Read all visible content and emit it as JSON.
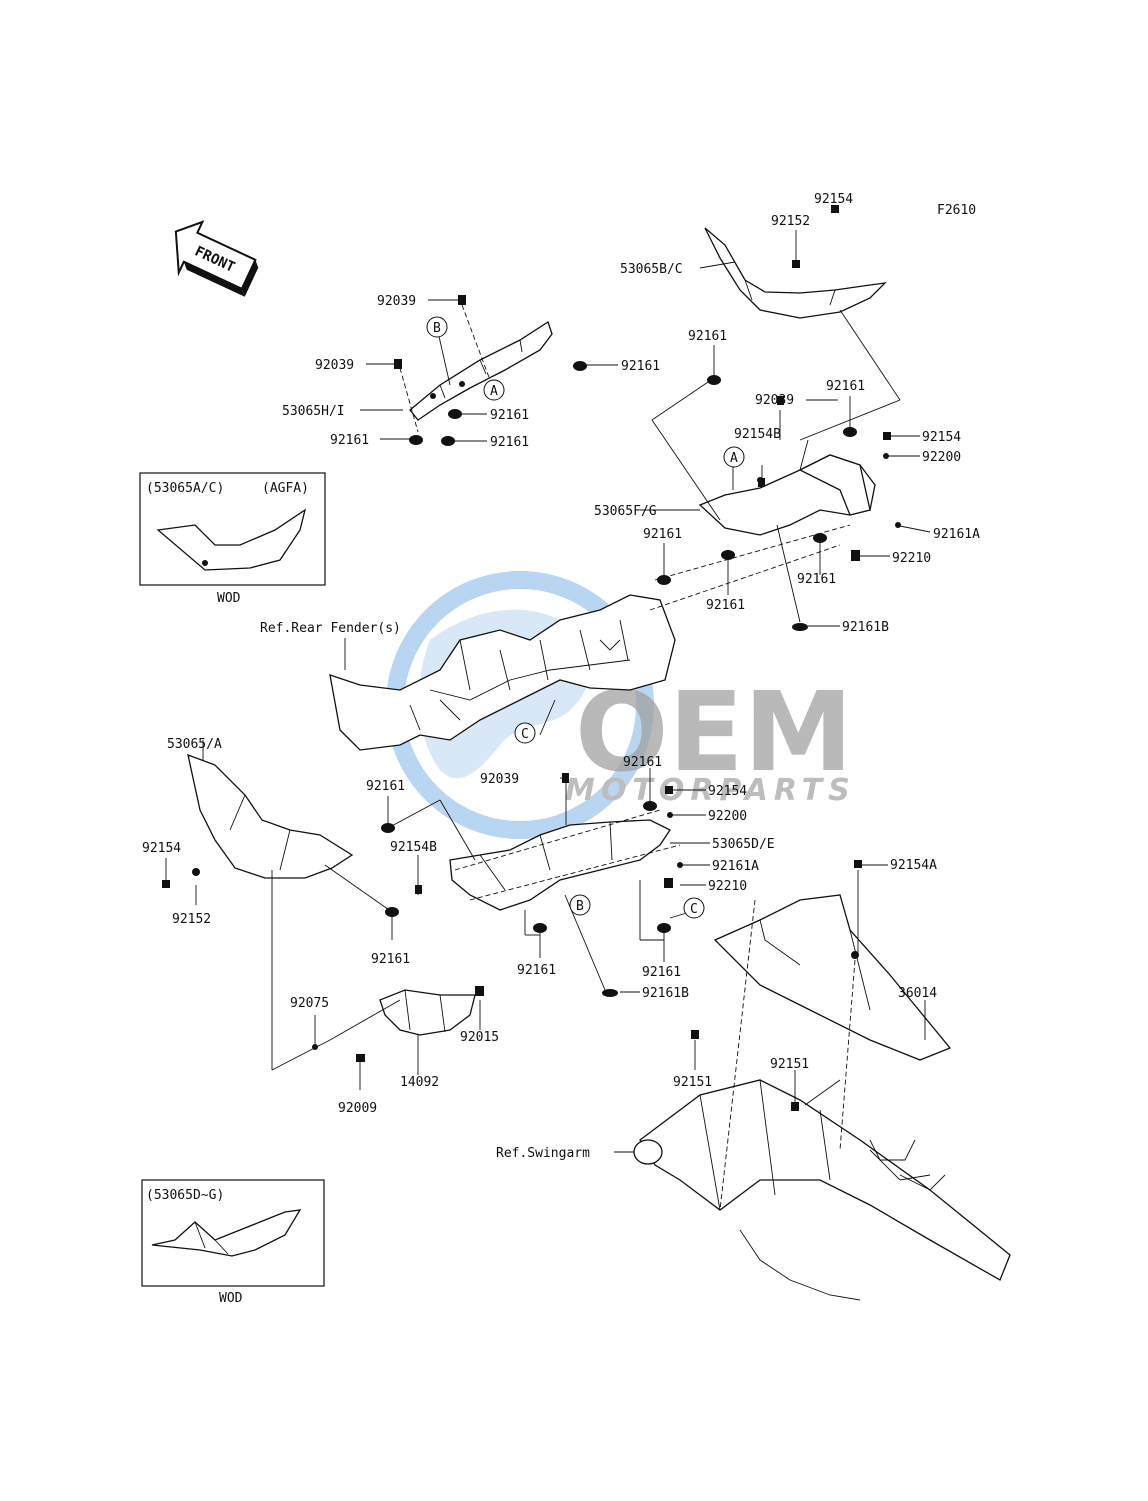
{
  "diagram_code": "F2610",
  "front_arrow": "FRONT",
  "inset_agfa": {
    "title_left": "(53065A/C)",
    "title_right": "(AGFA)",
    "caption": "WOD"
  },
  "inset_wod": {
    "title": "(53065D~G)",
    "caption": "WOD"
  },
  "watermark": {
    "brand_main": "OEM",
    "brand_sub": "MOTORPARTS",
    "primary_color": "#4a90d9",
    "secondary_color": "#777777"
  },
  "refs": {
    "rear_fender": "Ref.Rear Fender(s)",
    "swingarm": "Ref.Swingarm"
  },
  "circle_markers": {
    "a": "A",
    "b": "B",
    "c": "C"
  },
  "part_numbers": {
    "p92154": "92154",
    "p92152": "92152",
    "p53065BC": "53065B/C",
    "p92039": "92039",
    "p92161": "92161",
    "p53065HI": "53065H/I",
    "p92154B": "92154B",
    "p92200": "92200",
    "p53065FG": "53065F/G",
    "p92161A": "92161A",
    "p92210": "92210",
    "p92161B": "92161B",
    "p53065A": "53065/A",
    "p53065DE": "53065D/E",
    "p92154A": "92154A",
    "p36014": "36014",
    "p92075": "92075",
    "p92015": "92015",
    "p14092": "14092",
    "p92009": "92009",
    "p92151": "92151"
  }
}
